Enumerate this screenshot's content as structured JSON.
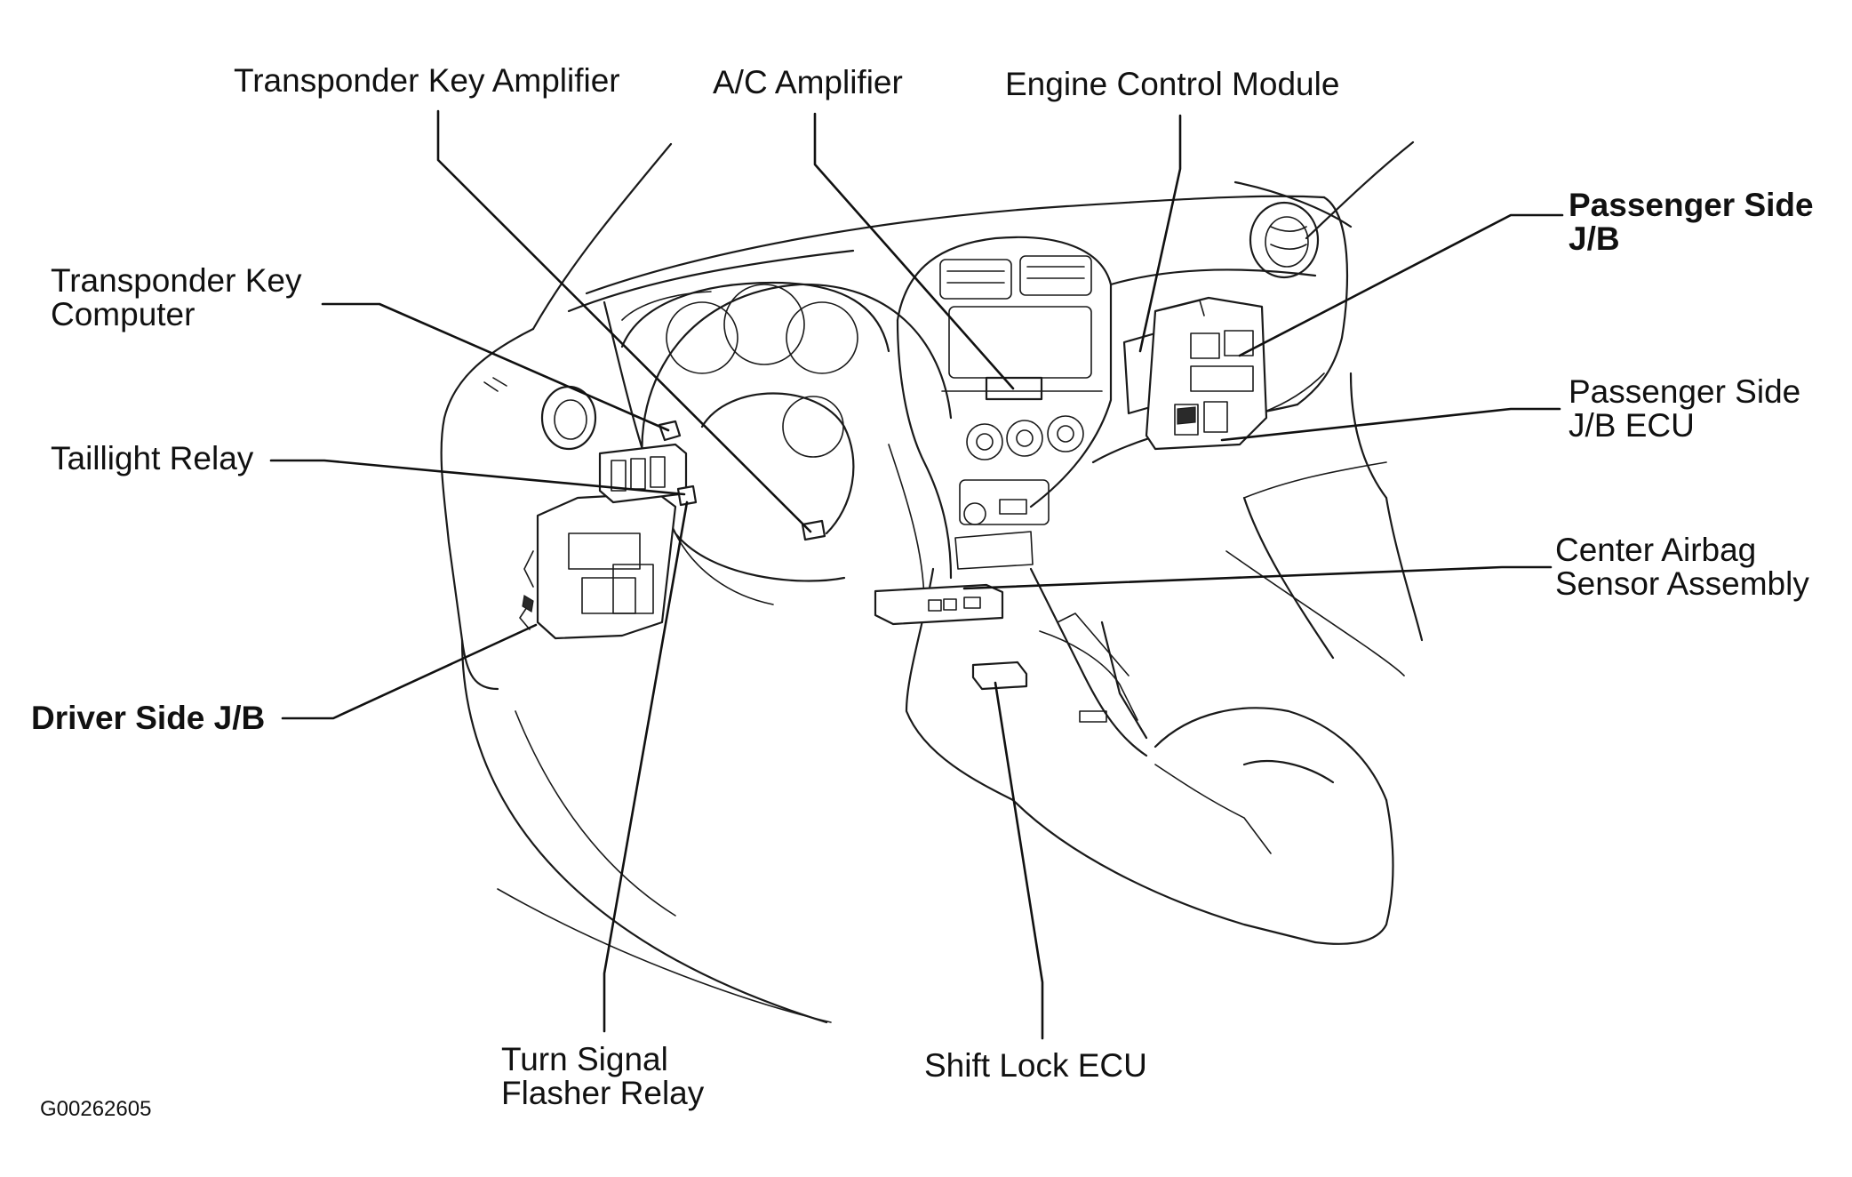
{
  "labels": {
    "transponder_key_amplifier": "Transponder Key Amplifier",
    "ac_amplifier": "A/C Amplifier",
    "engine_control_module": "Engine Control Module",
    "passenger_side_jb_line1": "Passenger Side",
    "passenger_side_jb_line2": "J/B",
    "transponder_key_computer_line1": "Transponder Key",
    "transponder_key_computer_line2": "Computer",
    "passenger_side_jb_ecu_line1": "Passenger Side",
    "passenger_side_jb_ecu_line2": "J/B ECU",
    "taillight_relay": "Taillight Relay",
    "center_airbag_line1": "Center Airbag",
    "center_airbag_line2": "Sensor Assembly",
    "driver_side_jb": "Driver Side J/B",
    "turn_signal_line1": "Turn Signal",
    "turn_signal_line2": "Flasher Relay",
    "shift_lock_ecu": "Shift Lock ECU",
    "figure_id": "G00262605"
  },
  "colors": {
    "ink": "#111111",
    "background": "#ffffff"
  }
}
